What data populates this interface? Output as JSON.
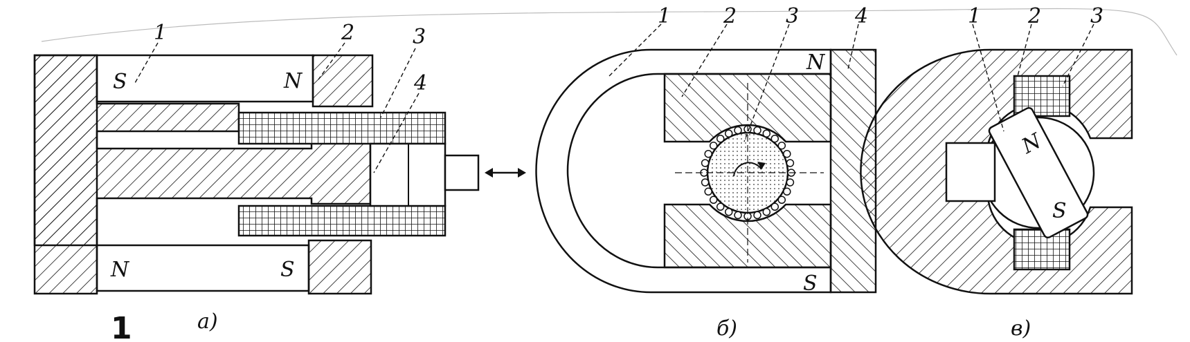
{
  "figure_a": {
    "label_1": "1",
    "label_2": "2",
    "label_3": "3",
    "label_4": "4",
    "pole_top_left": "S",
    "pole_top_right": "N",
    "pole_bottom_left": "N",
    "pole_bottom_right": "S",
    "caption": "a)",
    "handwritten_mark": "1"
  },
  "figure_b": {
    "label_1": "1",
    "label_2": "2",
    "label_3": "3",
    "label_4": "4",
    "pole_top": "N",
    "pole_bottom": "S",
    "caption": "б)"
  },
  "figure_c": {
    "label_1": "1",
    "label_2": "2",
    "label_3": "3",
    "pole_n": "N",
    "pole_s": "S",
    "caption": "в)"
  }
}
